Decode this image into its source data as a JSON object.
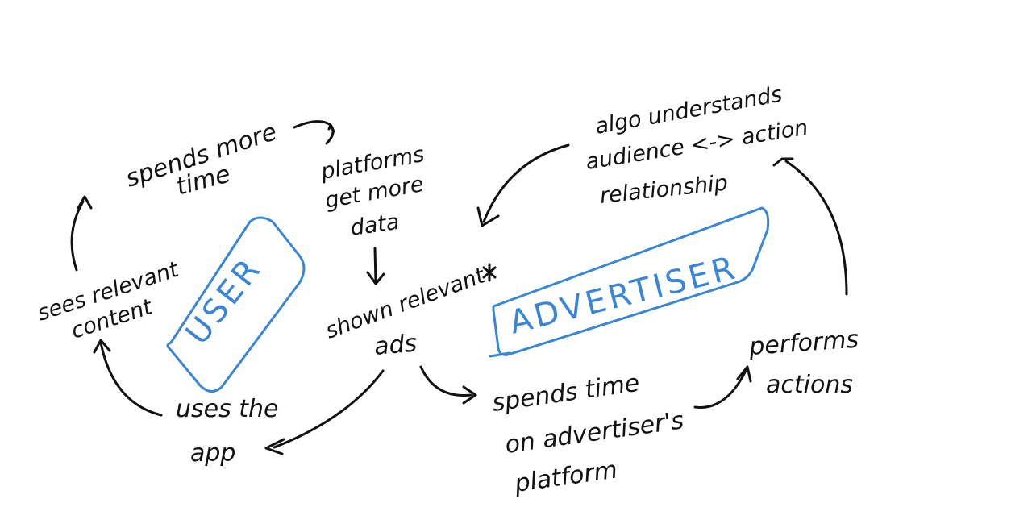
{
  "diagram": {
    "ink_color": "#111111",
    "accent_color": "#3a86d6",
    "background_color": "#ffffff",
    "boxes": {
      "user": "USER",
      "advertiser": "ADVERTISER"
    },
    "labels": {
      "spends_more_time_1": "spends more",
      "spends_more_time_2": "time",
      "platforms_get_more_data_1": "platforms",
      "platforms_get_more_data_2": "get more",
      "platforms_get_more_data_3": "data",
      "sees_relevant_content_1": "sees relevant",
      "sees_relevant_content_2": "content",
      "shown_relevant_ads_1": "shown relevant",
      "shown_relevant_ads_2": "ads",
      "uses_the_app_1": "uses the",
      "uses_the_app_2": "app",
      "algo_understands_1": "algo understands",
      "algo_understands_2": "audience <-> action",
      "algo_understands_3": "relationship",
      "spends_time_advertiser_1": "spends time",
      "spends_time_advertiser_2": "on advertiser's",
      "spends_time_advertiser_3": "platform",
      "performs_actions_1": "performs",
      "performs_actions_2": "actions"
    }
  }
}
